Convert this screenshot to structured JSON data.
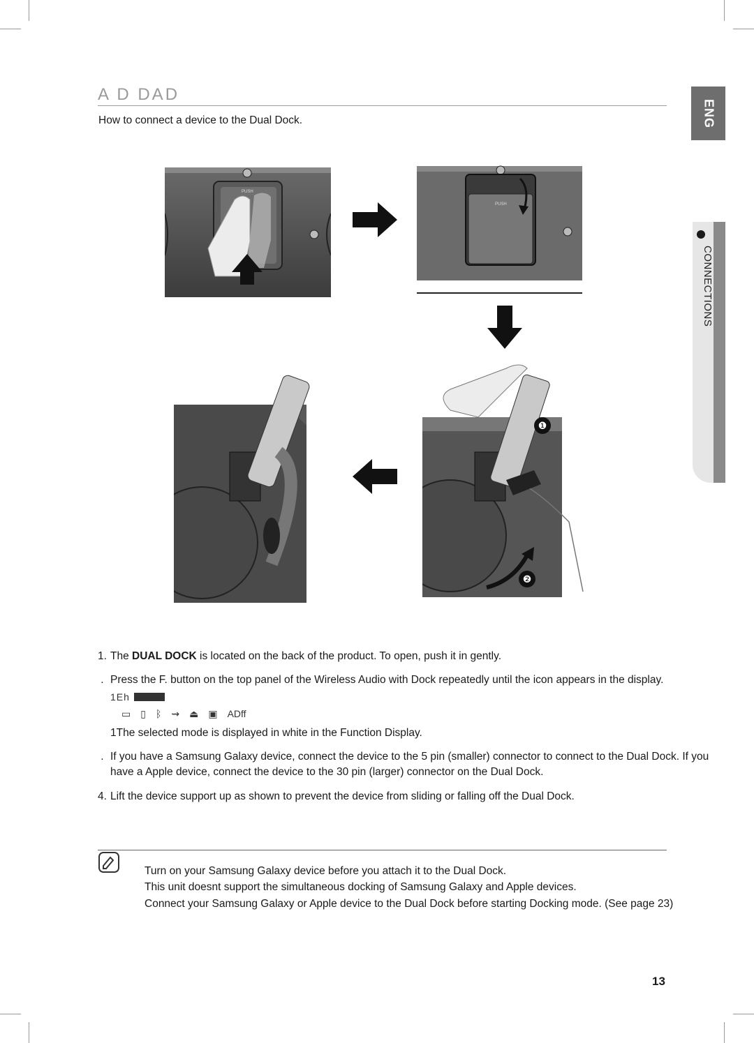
{
  "section_title": "A D   DAD",
  "intro": "How to connect a device to the Dual Dock.",
  "side_tab": {
    "language": "ENG",
    "section": "CONNECTIONS"
  },
  "illustration": {
    "push_label": "PUSH",
    "callout_1": "❶",
    "callout_2": "❷"
  },
  "steps": [
    {
      "num": "1.",
      "pre": "The ",
      "bold": "DUAL DOCK",
      "post": " is located on the back of the product. To open, push it in gently."
    },
    {
      "num": " .",
      "text": "Press the F. button on the top panel of the Wireless Audio with Dock repeatedly until the     icon appears in the display."
    },
    {
      "num": " .",
      "text": "If you have a Samsung Galaxy device, connect the device to the 5 pin (smaller) connector to connect to the Dual Dock. If you have a Apple device, connect the device to the 30 pin (larger) connector on the Dual Dock."
    },
    {
      "num": "4.",
      "text": "Lift the device support up as shown to prevent the device from sliding or falling off the Dual Dock."
    }
  ],
  "step2_sub": {
    "garbled": "1Eh",
    "mode_suffix": "ADff",
    "selected_note": "1The selected mode is displayed in white in the Function Display."
  },
  "notes": [
    "Turn on your Samsung Galaxy device before you attach it to the Dual Dock.",
    "This unit doesnt support the simultaneous docking of Samsung Galaxy and Apple devices.",
    "Connect your Samsung Galaxy or Apple device to the Dual Dock before starting Docking mode. (See page 23)"
  ],
  "page_number": "13"
}
